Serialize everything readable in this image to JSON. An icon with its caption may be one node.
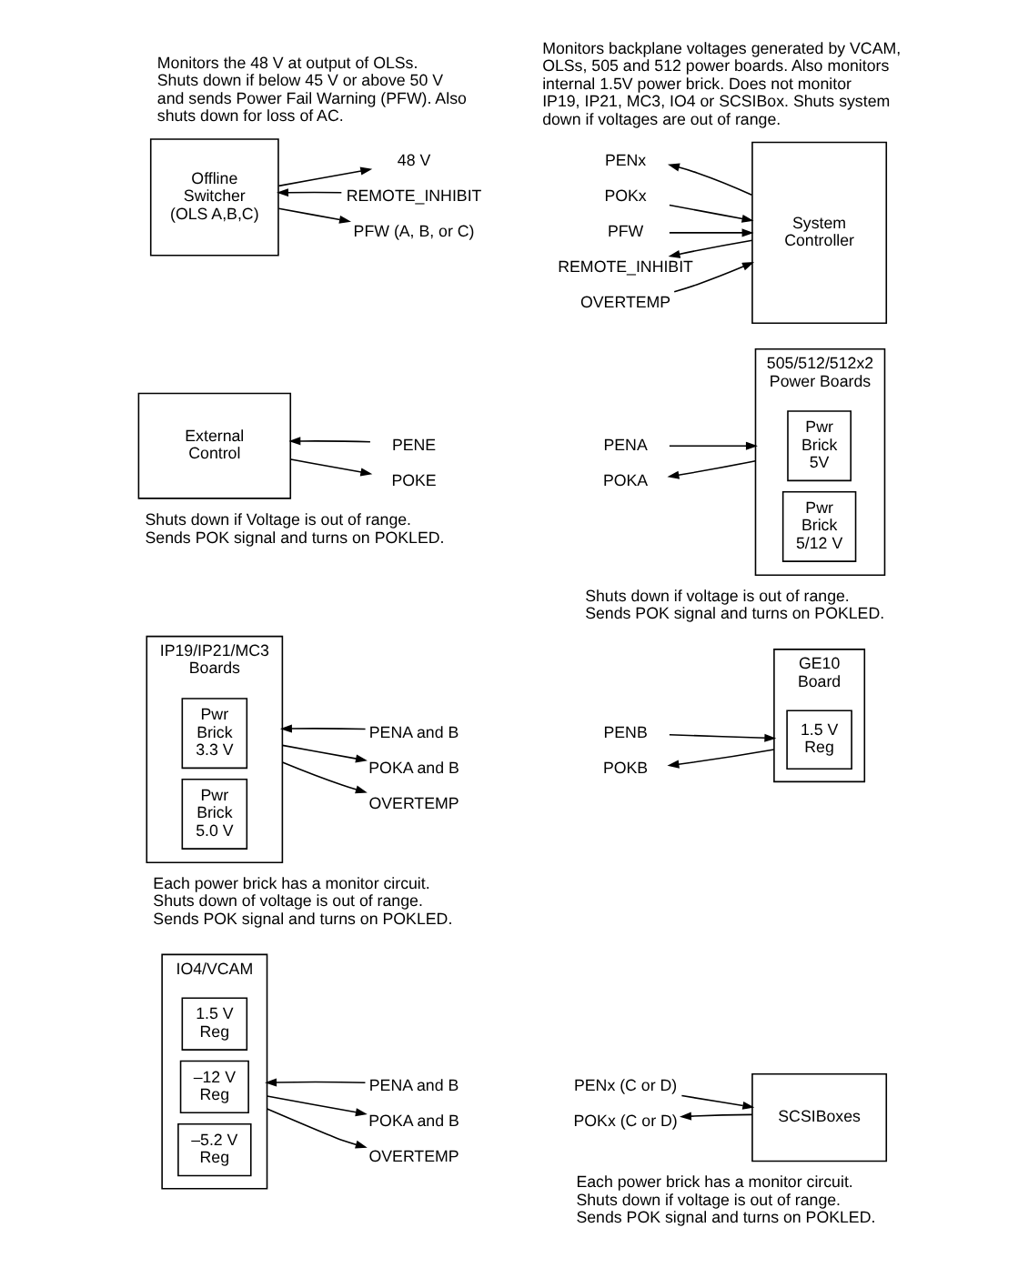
{
  "diagram": {
    "nodes": [
      {
        "text": [
          "Offline Switcher (OLS A,B,C)"
        ],
        "beside": [
          "Monitors the 48 V at output of OLSs. Shuts down if below 45 V or above 50 V and sends Power Fail Warning (PFW). Also shuts down for loss of AC."
        ]
      },
      {
        "text": [
          "48 V"
        ]
      },
      {
        "text": [
          "REMOTE_INHIBIT"
        ]
      },
      {
        "text": [
          "PFW (A, B, or C)"
        ]
      },
      {
        "text": [
          "System Controller"
        ],
        "beside": [
          "Monitors backplane voltages generated by VCAM, OLSs, 505 and 512 power boards. Also monitors internal 1.5V power brick. Does not monitor IP19, IP21, MC3, IO4 or SCSIBox. Shuts system down if voltages are out of range."
        ]
      },
      {
        "text": [
          "PENx"
        ]
      },
      {
        "text": [
          "POKx"
        ]
      },
      {
        "text": [
          "PFW"
        ]
      },
      {
        "text": [
          "REMOTE_INHIBIT"
        ]
      },
      {
        "text": [
          "OVERTEMP"
        ]
      },
      {
        "text": [
          "External Control"
        ],
        "beside": [
          "Shuts down if Voltage is out of range. Sends POK signal and turns on POKLED."
        ]
      },
      {
        "text": [
          "PENE"
        ]
      },
      {
        "text": [
          "POKE"
        ]
      },
      {
        "text": [
          "505/512/512x2 Power Boards"
        ],
        "beside": [
          "Shuts down if voltage is out of range. Sends POK signal and turns on POKLED."
        ]
      },
      {
        "text": [
          "Pwr Brick 5V"
        ],
        "in": 13
      },
      {
        "text": [
          "Pwr Brick 5/12 V"
        ],
        "in": 13
      },
      {
        "text": [
          "PENA"
        ]
      },
      {
        "text": [
          "POKA"
        ]
      },
      {
        "text": [
          "IP19/IP21/MC3 Boards"
        ],
        "beside": [
          "Each power brick has a monitor circuit. Shuts down of voltage is out of range. Sends POK signal and turns on POKLED."
        ]
      },
      {
        "text": [
          "Pwr Brick 3.3 V"
        ],
        "in": 18
      },
      {
        "text": [
          "Pwr Brick 5.0 V"
        ],
        "in": 18
      },
      {
        "text": [
          "PENA and B"
        ]
      },
      {
        "text": [
          "POKA and B"
        ]
      },
      {
        "text": [
          "OVERTEMP"
        ]
      },
      {
        "text": [
          "GE10 Board"
        ]
      },
      {
        "text": [
          "1.5 V Reg"
        ],
        "in": 24
      },
      {
        "text": [
          "PENB"
        ]
      },
      {
        "text": [
          "POKB"
        ]
      },
      {
        "text": [
          "IO4/VCAM"
        ]
      },
      {
        "text": [
          "1.5 V Reg"
        ],
        "in": 28
      },
      {
        "text": [
          "–12 V Reg"
        ],
        "in": 28
      },
      {
        "text": [
          "–5.2 V Reg"
        ],
        "in": 28
      },
      {
        "text": [
          "PENA and B"
        ]
      },
      {
        "text": [
          "POKA and B"
        ]
      },
      {
        "text": [
          "OVERTEMP"
        ]
      },
      {
        "text": [
          "SCSIBoxes"
        ],
        "beside": [
          "Each power brick has a monitor circuit. Shuts down if voltage is out of range. Sends POK signal and turns on POKLED."
        ]
      },
      {
        "text": [
          "PENx (C or D)"
        ]
      },
      {
        "text": [
          "POKx (C or D)"
        ]
      }
    ],
    "edges": [
      {
        "from": 0,
        "to": 1,
        "arrow": "to"
      },
      {
        "from": 2,
        "to": 0,
        "arrow": "to"
      },
      {
        "from": 0,
        "to": 3,
        "arrow": "to"
      },
      {
        "from": 4,
        "to": 5,
        "arrow": "to"
      },
      {
        "from": 6,
        "to": 4,
        "arrow": "to"
      },
      {
        "from": 7,
        "to": 4,
        "arrow": "to"
      },
      {
        "from": 4,
        "to": 8,
        "arrow": "to"
      },
      {
        "from": 9,
        "to": 4,
        "arrow": "to"
      },
      {
        "from": 11,
        "to": 10,
        "arrow": "to"
      },
      {
        "from": 10,
        "to": 12,
        "arrow": "to"
      },
      {
        "from": 16,
        "to": 13,
        "arrow": "to"
      },
      {
        "from": 13,
        "to": 17,
        "arrow": "to"
      },
      {
        "from": 21,
        "to": 18,
        "arrow": "to"
      },
      {
        "from": 18,
        "to": 22,
        "arrow": "to"
      },
      {
        "from": 18,
        "to": 23,
        "arrow": "to"
      },
      {
        "from": 26,
        "to": 24,
        "arrow": "to"
      },
      {
        "from": 24,
        "to": 27,
        "arrow": "to"
      },
      {
        "from": 32,
        "to": 28,
        "arrow": "to"
      },
      {
        "from": 28,
        "to": 33,
        "arrow": "to"
      },
      {
        "from": 28,
        "to": 34,
        "arrow": "to"
      },
      {
        "from": 36,
        "to": 35,
        "arrow": "to"
      },
      {
        "from": 35,
        "to": 37,
        "arrow": "to"
      }
    ]
  }
}
